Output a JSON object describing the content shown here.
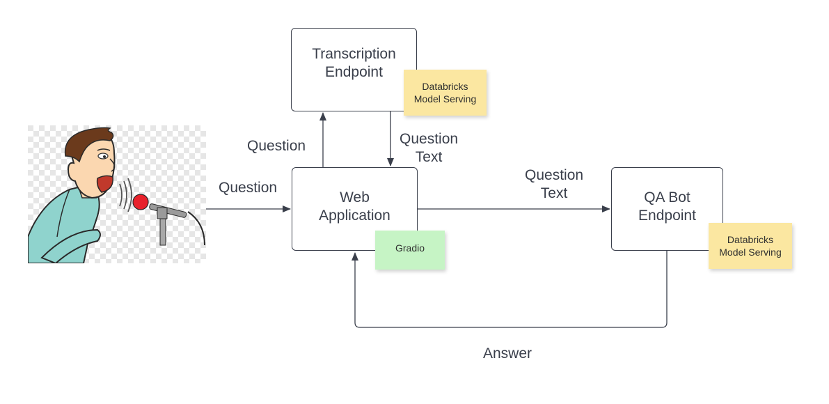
{
  "nodes": {
    "transcription": {
      "line1": "Transcription",
      "line2": "Endpoint"
    },
    "webapp": {
      "line1": "Web",
      "line2": "Application"
    },
    "qabot": {
      "line1": "QA Bot",
      "line2": "Endpoint"
    }
  },
  "stickies": {
    "transcription_serving": {
      "line1": "Databricks",
      "line2": "Model Serving",
      "color": "#fbe7a1"
    },
    "webapp_gradio": {
      "line1": "Gradio",
      "color": "#c6f4c5"
    },
    "qabot_serving": {
      "line1": "Databricks",
      "line2": "Model Serving",
      "color": "#fbe7a1"
    }
  },
  "edges": {
    "speaker_to_webapp": {
      "label": "Question"
    },
    "webapp_to_transcription": {
      "label": "Question"
    },
    "transcription_to_webapp": {
      "line1": "Question",
      "line2": "Text"
    },
    "webapp_to_qabot": {
      "line1": "Question",
      "line2": "Text"
    },
    "qabot_to_webapp": {
      "label": "Answer"
    }
  },
  "colors": {
    "stroke": "#3a3f4b",
    "skin": "#fbd7b0",
    "shirt": "#8fd3cd",
    "hair": "#6b3a1c",
    "mic_red": "#e8212b",
    "mic_gray": "#9a9a9a"
  },
  "icons": {
    "speaker": "person-speaking-into-microphone"
  }
}
